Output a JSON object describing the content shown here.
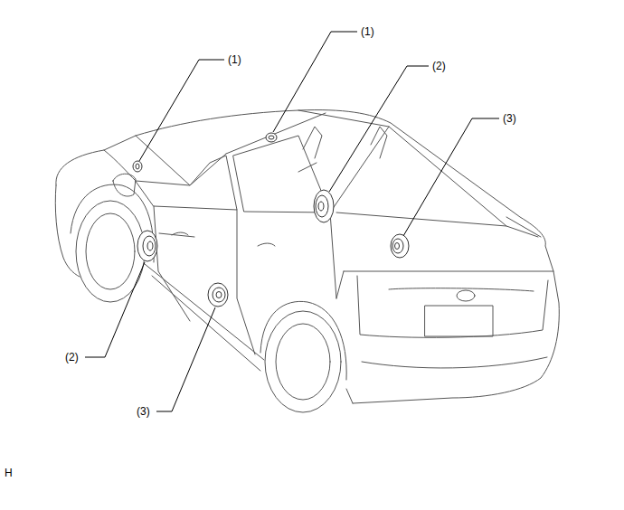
{
  "diagram": {
    "labels": [
      "(1)",
      "(1)",
      "(2)",
      "(3)",
      "(2)",
      "(3)",
      "H"
    ]
  }
}
